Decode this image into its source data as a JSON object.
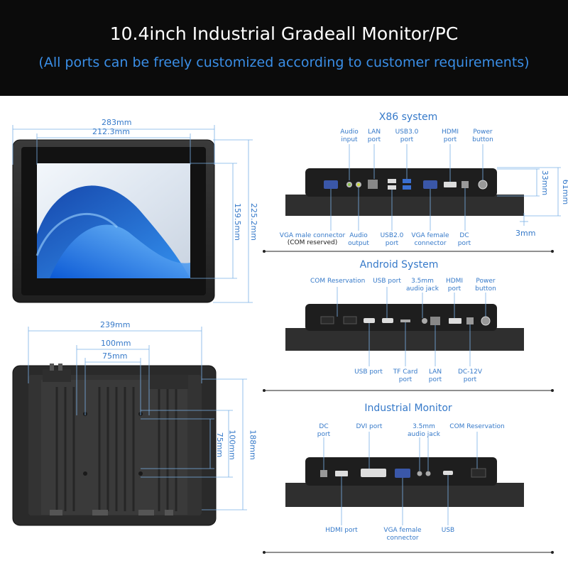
{
  "banner": {
    "title": "10.4inch Industrial Gradeall Monitor/PC",
    "subtitle": "(All ports can be freely customized according to customer requirements)"
  },
  "front_view": {
    "dims": {
      "outer_width": "283mm",
      "screen_width": "212.3mm",
      "screen_height": "159.5mm",
      "outer_height": "225.2mm"
    }
  },
  "back_view": {
    "dims": {
      "width": "239mm",
      "hole_100": "100mm",
      "hole_75": "75mm",
      "hole_v100": "100mm",
      "hole_v75": "75mm",
      "height": "188mm"
    }
  },
  "x86": {
    "title": "X86 system",
    "top_labels": [
      "Audio input",
      "LAN port",
      "USB3.0 port",
      "HDMI port",
      "Power button"
    ],
    "bottom_labels": {
      "vga_male": "VGA male connector",
      "com_reserved": "(COM reserved)",
      "audio_output": "Audio output",
      "usb20": "USB2.0 port",
      "vga_female": "VGA female connector",
      "dc": "DC port"
    },
    "dims": {
      "d33": "33mm",
      "d61": "61mm",
      "d3": "3mm"
    }
  },
  "android": {
    "title": "Android System",
    "top_labels": [
      "COM Reservation",
      "USB port",
      "3.5mm audio jack",
      "HDMI port",
      "Power button"
    ],
    "bottom_labels": [
      "USB port",
      "TF Card port",
      "LAN port",
      "DC-12V port"
    ]
  },
  "industrial": {
    "title": "Industrial Monitor",
    "top_labels": [
      "DC port",
      "DVI port",
      "3.5mm audio jack",
      "COM Reservation"
    ],
    "bottom_labels": [
      "HDMI port",
      "VGA female connector",
      "USB"
    ]
  },
  "colors": {
    "accent": "#3579c9",
    "banner": "#0b0b0b",
    "device": "#2b2b2b"
  }
}
